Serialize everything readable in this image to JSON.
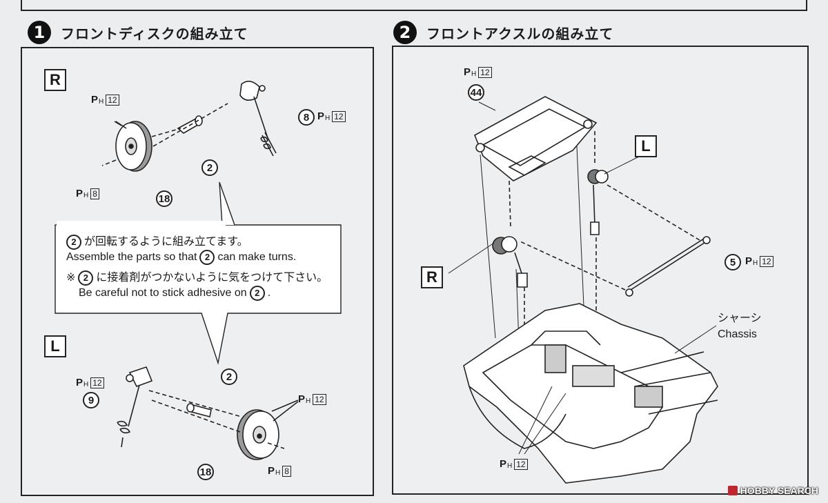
{
  "step1": {
    "number": "1",
    "title": "フロントディスクの組み立て"
  },
  "step2": {
    "number": "2",
    "title": "フロントアクスルの組み立て"
  },
  "ph_prefix": "P",
  "ph_sub": "H",
  "panel1": {
    "right_tag": "R",
    "left_tag": "L",
    "r_ph_top": "12",
    "r_ph_bottom": "8",
    "r_part_8": "8",
    "r_part_8_ph": "12",
    "r_part_2": "2",
    "r_part_18": "18",
    "callout": {
      "ref": "2",
      "line1_jp": "が回転するように組み立てます。",
      "line2_prefix": "Assemble the parts so that",
      "line2_suffix": "can make turns.",
      "line3_prefix": "※",
      "line3_jp": "に接着剤がつかないように気をつけて下さい。",
      "line4_prefix": "Be careful not to stick adhesive on",
      "line4_suffix": "."
    },
    "l_ph_left": "12",
    "l_part_9": "9",
    "l_part_2": "2",
    "l_ph_right": "12",
    "l_part_18": "18",
    "l_ph_bottom": "8"
  },
  "panel2": {
    "top_ph": "12",
    "part_44": "44",
    "left_tag": "L",
    "right_tag": "R",
    "part_5": "5",
    "part_5_ph": "12",
    "chassis_jp": "シャーシ",
    "chassis_en": "Chassis",
    "bottom_ph": "12"
  },
  "watermark": "HOBBY SEARCH"
}
